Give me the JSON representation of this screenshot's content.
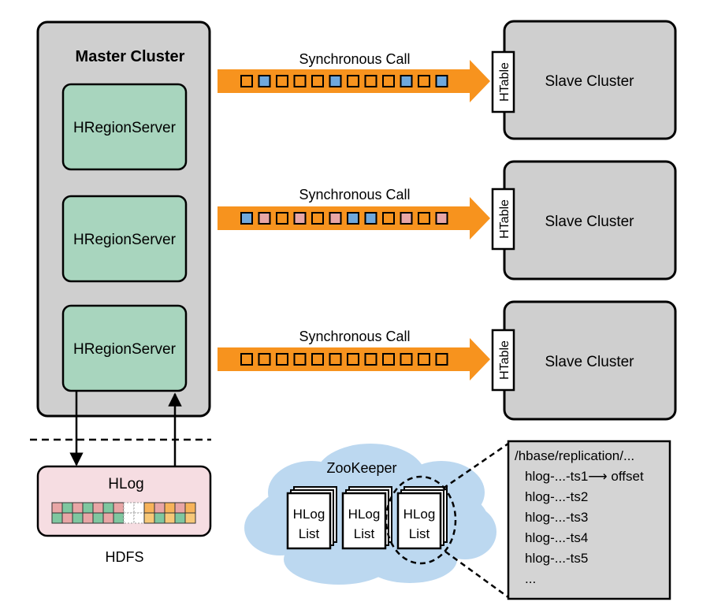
{
  "master": {
    "title": "Master Cluster",
    "servers": [
      "HRegionServer",
      "HRegionServer",
      "HRegionServer"
    ]
  },
  "calls": [
    {
      "label": "Synchronous Call",
      "squares": [
        "orange",
        "blue",
        "orange",
        "orange",
        "orange",
        "blue",
        "orange",
        "orange",
        "orange",
        "blue",
        "orange",
        "blue"
      ]
    },
    {
      "label": "Synchronous Call",
      "squares": [
        "blue",
        "pink",
        "orange",
        "pink",
        "orange",
        "pink",
        "blue",
        "blue",
        "orange",
        "pink",
        "orange",
        "pink"
      ]
    },
    {
      "label": "Synchronous Call",
      "squares": [
        "orange",
        "orange",
        "orange",
        "orange",
        "orange",
        "orange",
        "orange",
        "orange",
        "orange",
        "orange",
        "orange",
        "orange"
      ]
    }
  ],
  "slaves": [
    {
      "htable": "HTable",
      "label": "Slave Cluster"
    },
    {
      "htable": "HTable",
      "label": "Slave Cluster"
    },
    {
      "htable": "HTable",
      "label": "Slave Cluster"
    }
  ],
  "hlog": {
    "title": "HLog",
    "caption": "HDFS"
  },
  "zookeeper": {
    "title": "ZooKeeper",
    "lists": [
      [
        "HLog",
        "List"
      ],
      [
        "HLog",
        "List"
      ],
      [
        "HLog",
        "List"
      ]
    ]
  },
  "replication": {
    "path": "/hbase/replication/...",
    "entries": [
      "hlog-...-ts1⟶ offset",
      "hlog-...-ts2",
      "hlog-...-ts3",
      "hlog-...-ts4",
      "hlog-...-ts5",
      "..."
    ]
  },
  "colors": {
    "server_fill": "#a8d5be",
    "cluster_fill": "#cfcfcf",
    "arrow": "#f7931e",
    "sq_orange": "#f7931e",
    "sq_blue": "#6fa8dc",
    "sq_pink": "#e8a6a6",
    "hlog_fill": "#f6dde2",
    "cloud": "#bcd8f0"
  }
}
